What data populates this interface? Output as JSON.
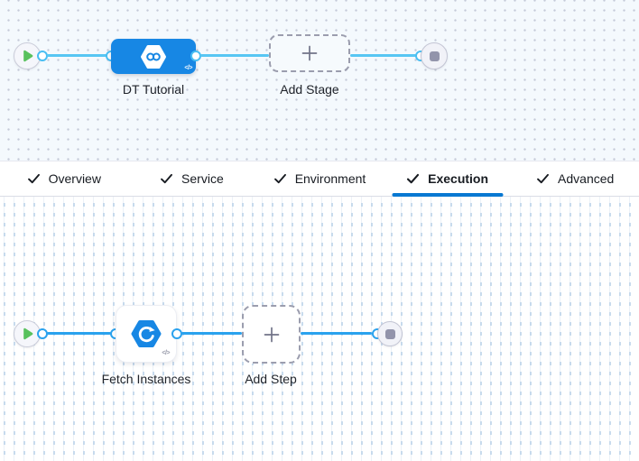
{
  "stage_pipeline": {
    "stage_label": "DT Tutorial",
    "add_stage_label": "Add Stage",
    "code_badge": "</>"
  },
  "tab_bar": {
    "active_tab": "Execution",
    "tabs": [
      {
        "label": "Overview",
        "checked": true
      },
      {
        "label": "Service",
        "checked": true
      },
      {
        "label": "Environment",
        "checked": true
      },
      {
        "label": "Execution",
        "checked": true
      },
      {
        "label": "Advanced",
        "checked": true
      }
    ]
  },
  "execution_pipeline": {
    "step_label": "Fetch Instances",
    "add_step_label": "Add Step",
    "code_badge": "</>"
  },
  "icons": {
    "start_node": "play-icon",
    "end_node": "stop-icon",
    "stage_type": "infinity-hexagon-icon",
    "step_type": "sync-hexagon-icon",
    "tab_check": "check-icon",
    "add": "plus-icon"
  },
  "colors": {
    "stage_node_blue": "#1787E4",
    "connector_top": "#57C6F3",
    "connector_bottom": "#2AA2EE",
    "active_tab_underline": "#0778D2",
    "play_green": "#58C15D",
    "stop_gray": "#9294AB"
  }
}
